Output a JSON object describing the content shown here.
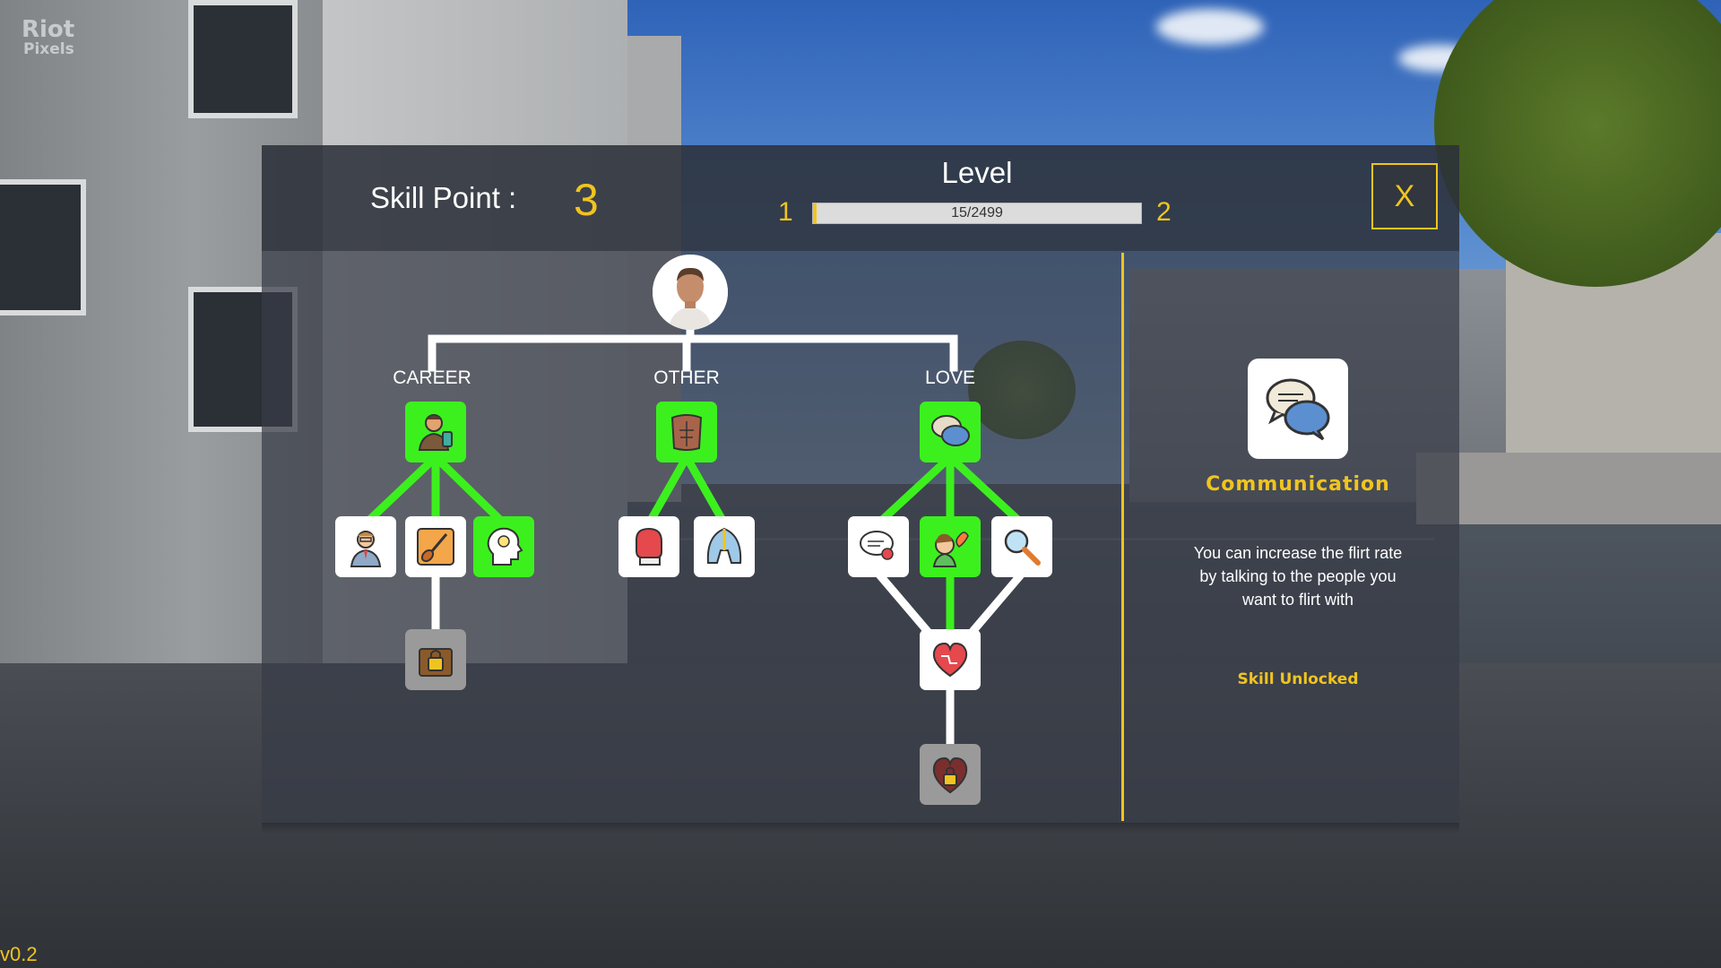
{
  "watermark": {
    "line1": "Riot",
    "line2": "Pixels"
  },
  "version": "v0.2",
  "header": {
    "skill_point_label": "Skill Point :",
    "skill_point_value": "3",
    "level_title": "Level",
    "level_current": "1",
    "level_next": "2",
    "xp_text": "15/2499",
    "xp_progress": 0.006,
    "close_label": "X"
  },
  "colors": {
    "accent": "#f0c420",
    "unlocked": "#3cf01e",
    "available": "#ffffff",
    "locked": "#9a9a9a"
  },
  "tree": {
    "root_icon": "player-portrait-icon",
    "branches": [
      {
        "label": "CAREER",
        "root": {
          "icon": "worker-phone-icon",
          "state": "unlocked"
        },
        "children": [
          {
            "icon": "businessman-icon",
            "state": "available"
          },
          {
            "icon": "guitar-icon",
            "state": "available"
          },
          {
            "icon": "head-idea-icon",
            "state": "unlocked"
          }
        ],
        "locked": [
          {
            "icon": "locked-briefcase-icon",
            "state": "locked"
          }
        ]
      },
      {
        "label": "OTHER",
        "root": {
          "icon": "torso-muscle-icon",
          "state": "unlocked"
        },
        "children": [
          {
            "icon": "boxing-glove-icon",
            "state": "available"
          },
          {
            "icon": "helmet-icon",
            "state": "available"
          }
        ],
        "locked": []
      },
      {
        "label": "LOVE",
        "root": {
          "icon": "chat-bubbles-icon",
          "state": "unlocked"
        },
        "children": [
          {
            "icon": "message-heart-icon",
            "state": "available"
          },
          {
            "icon": "flirt-face-icon",
            "state": "unlocked"
          },
          {
            "icon": "magnifier-icon",
            "state": "available"
          }
        ],
        "locked": [
          {
            "icon": "heart-puzzle-icon",
            "state": "available"
          },
          {
            "icon": "locked-heart-icon",
            "state": "locked"
          }
        ]
      }
    ]
  },
  "detail": {
    "icon": "chat-bubbles-icon",
    "name": "Communication",
    "description": "You can increase the flirt rate by talking to the people you want to flirt with",
    "status": "Skill Unlocked"
  }
}
